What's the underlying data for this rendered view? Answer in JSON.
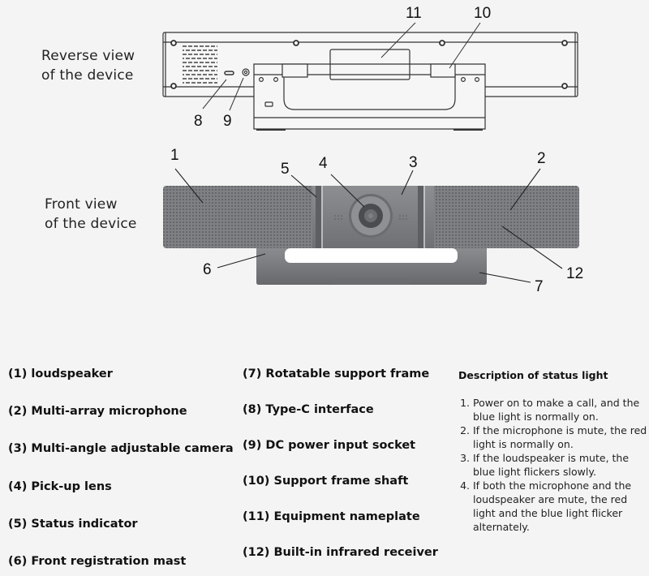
{
  "views": {
    "reverse": {
      "line1": "Reverse view",
      "line2": "of the device"
    },
    "front": {
      "line1": "Front view",
      "line2": "of the device"
    }
  },
  "callouts": [
    "1",
    "2",
    "3",
    "4",
    "5",
    "6",
    "7",
    "8",
    "9",
    "10",
    "11",
    "12"
  ],
  "legend": {
    "col1": [
      {
        "num": "(1)",
        "label": "loudspeaker"
      },
      {
        "num": "(2)",
        "label": "Multi-array microphone"
      },
      {
        "num": "(3)",
        "label": "Multi-angle adjustable camera"
      },
      {
        "num": "(4)",
        "label": "Pick-up lens"
      },
      {
        "num": "(5)",
        "label": "Status indicator"
      },
      {
        "num": "(6)",
        "label": "Front registration mast"
      }
    ],
    "col2": [
      {
        "num": "(7)",
        "label": "Rotatable support frame"
      },
      {
        "num": "(8)",
        "label": "Type-C interface"
      },
      {
        "num": "(9)",
        "label": "DC power input socket"
      },
      {
        "num": "(10)",
        "label": "Support frame shaft"
      },
      {
        "num": "(11)",
        "label": "Equipment nameplate"
      },
      {
        "num": "(12)",
        "label": "Built-in infrared  receiver"
      }
    ]
  },
  "status_light": {
    "title": "Description of status light",
    "items": [
      "Power on to make a call, and the blue light is normally on.",
      "If the microphone is mute, the red light is normally on.",
      "If the loudspeaker is mute, the blue light flickers slowly.",
      "If both the microphone and the loudspeaker are mute, the red light and the blue light flicker alternately."
    ]
  },
  "colors": {
    "background": "#f4f4f4",
    "device_body": "#7d7f82",
    "device_dark": "#55575a",
    "line_art": "#333333"
  }
}
